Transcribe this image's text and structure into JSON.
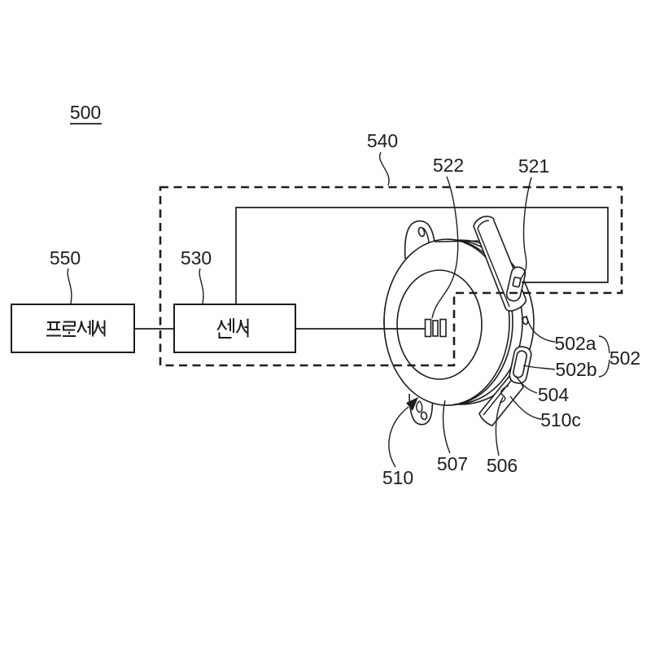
{
  "refs": {
    "figure": "500",
    "housing": "540",
    "sensor_elements": "522",
    "top_key": "521",
    "processor": "550",
    "sensor": "530",
    "case_a": "502a",
    "case_b": "502b",
    "case_group": "502",
    "bottom_key": "504",
    "strap_hook": "510c",
    "lug": "510",
    "case_body": "507",
    "strap": "506"
  },
  "blocks": {
    "processor_label": "프로세서",
    "sensor_label": "센서"
  },
  "colors": {
    "line": "#1d1d1d",
    "background": "#ffffff"
  }
}
